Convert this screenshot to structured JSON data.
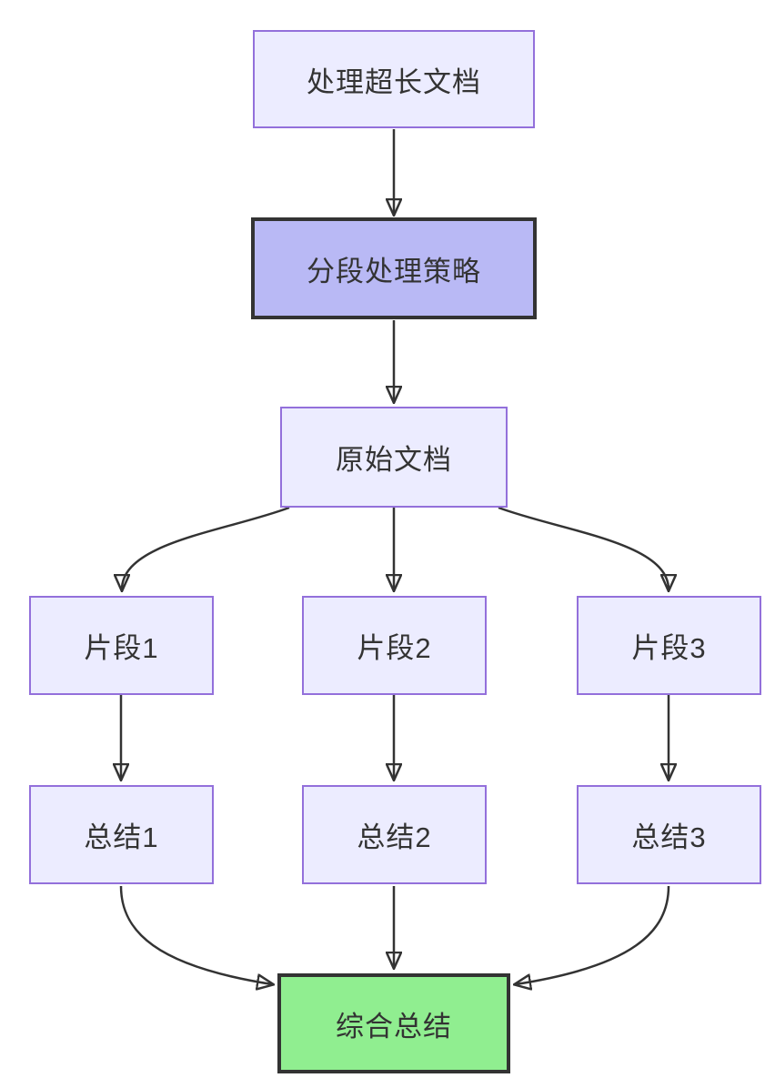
{
  "diagram": {
    "type": "flowchart",
    "direction": "top-down",
    "nodes": [
      {
        "id": "start",
        "label": "处理超长文档",
        "style": "default"
      },
      {
        "id": "strategy",
        "label": "分段处理策略",
        "style": "highlight-purple"
      },
      {
        "id": "doc",
        "label": "原始文档",
        "style": "default"
      },
      {
        "id": "chunk1",
        "label": "片段1",
        "style": "default"
      },
      {
        "id": "chunk2",
        "label": "片段2",
        "style": "default"
      },
      {
        "id": "chunk3",
        "label": "片段3",
        "style": "default"
      },
      {
        "id": "summary1",
        "label": "总结1",
        "style": "default"
      },
      {
        "id": "summary2",
        "label": "总结2",
        "style": "default"
      },
      {
        "id": "summary3",
        "label": "总结3",
        "style": "default"
      },
      {
        "id": "final",
        "label": "综合总结",
        "style": "highlight-green"
      }
    ],
    "edges": [
      {
        "from": "start",
        "to": "strategy"
      },
      {
        "from": "strategy",
        "to": "doc"
      },
      {
        "from": "doc",
        "to": "chunk1"
      },
      {
        "from": "doc",
        "to": "chunk2"
      },
      {
        "from": "doc",
        "to": "chunk3"
      },
      {
        "from": "chunk1",
        "to": "summary1"
      },
      {
        "from": "chunk2",
        "to": "summary2"
      },
      {
        "from": "chunk3",
        "to": "summary3"
      },
      {
        "from": "summary1",
        "to": "final"
      },
      {
        "from": "summary2",
        "to": "final"
      },
      {
        "from": "summary3",
        "to": "final"
      }
    ],
    "colors": {
      "node_fill": "#ECECFF",
      "node_border": "#9370DB",
      "highlight_purple_fill": "#B9B9F5",
      "highlight_green_fill": "#90EE90",
      "emphasis_border": "#333333",
      "edge_stroke": "#333333",
      "text": "#333333",
      "background": "#FFFFFF"
    }
  }
}
